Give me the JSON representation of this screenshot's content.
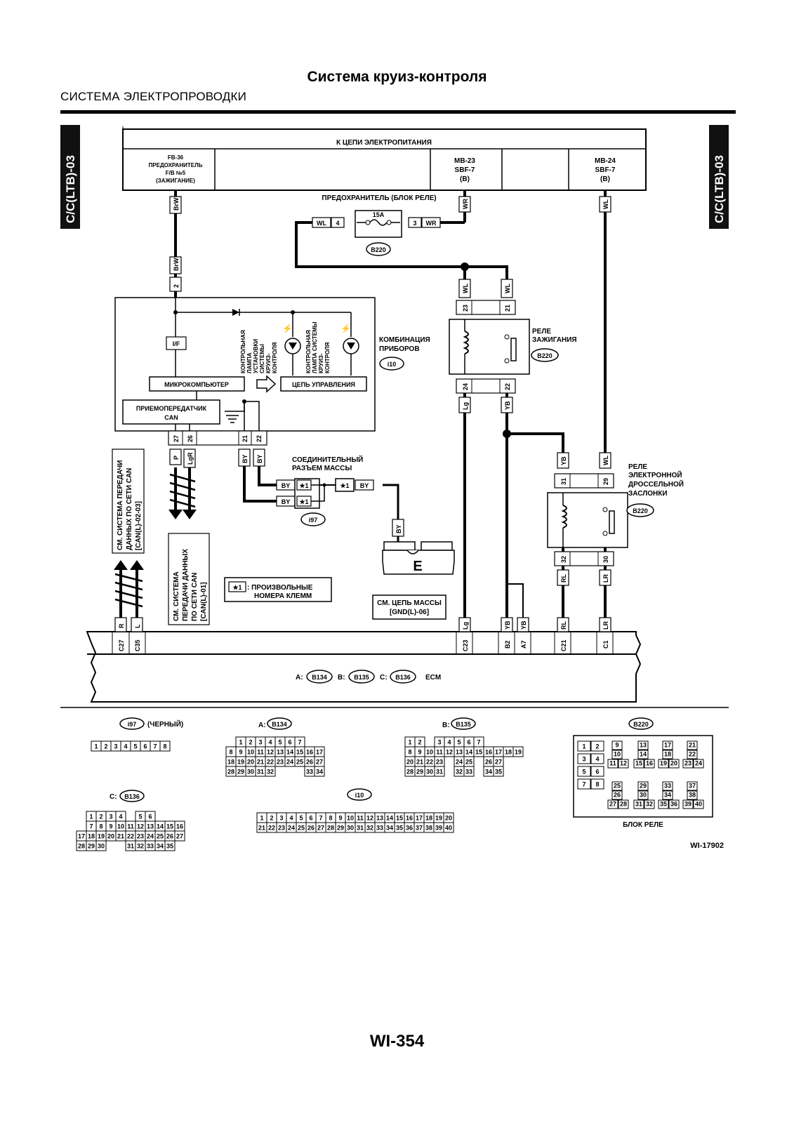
{
  "page": {
    "title": "Система круиз-контроля",
    "section": "СИСТЕМА ЭЛЕКТРОПРОВОДКИ",
    "page_number": "WI-354",
    "side_tab": "C/C(LTB)-03",
    "figure_id": "WI-17902"
  },
  "power": {
    "header": "К ЦЕПИ ЭЛЕКТРОПИТАНИЯ",
    "fuse1": [
      "FB-36",
      "ПРЕДОХРАНИТЕЛЬ",
      "F/B №5",
      "(ЗАЖИГАНИЕ)"
    ],
    "fuse2": [
      "MB-23",
      "SBF-7",
      "(B)"
    ],
    "fuse3": [
      "MB-24",
      "SBF-7",
      "(B)"
    ]
  },
  "relay_fuse": {
    "label": "ПРЕДОХРАНИТЕЛЬ (БЛОК РЕЛЕ)",
    "rating": "15A",
    "pin_left": "4",
    "pin_right": "3",
    "connector": "B220"
  },
  "cluster": {
    "label": [
      "КОМБИНАЦИЯ",
      "ПРИБОРОВ"
    ],
    "connector": "i10",
    "if_label": "I/F",
    "micro": "МИКРОКОМПЬЮТЕР",
    "control": "ЦЕПЬ УПРАВЛЕНИЯ",
    "can": [
      "ПРИЕМОПЕРЕДАТЧИК",
      "CAN"
    ],
    "lamp1": [
      "КОНТРОЛЬНАЯ",
      "ЛАМПА",
      "УСТАНОВКИ",
      "СИСТЕМЫ",
      "КРУИЗ-",
      "КОНТРОЛЯ"
    ],
    "lamp2": [
      "КОНТРОЛЬНАЯ",
      "ЛАМПА СИСТЕМЫ",
      "КРУИЗ-",
      "КОНТРОЛЯ"
    ]
  },
  "ignition_relay": {
    "label": [
      "РЕЛЕ",
      "ЗАЖИГАНИЯ"
    ],
    "connector": "B220"
  },
  "throttle_relay": {
    "label": [
      "РЕЛЕ",
      "ЭЛЕКТРОННОЙ",
      "ДРОССЕЛЬНОЙ",
      "ЗАСЛОНКИ"
    ],
    "connector": "B220"
  },
  "ground_connector": {
    "label": [
      "СОЕДИНИТЕЛЬНЫЙ",
      "РАЗЪЕМ МАССЫ"
    ],
    "connector": "i97",
    "star": "★1"
  },
  "ground": {
    "symbol": "E",
    "ref": [
      "СМ. ЦЕПЬ МАССЫ",
      "[GND(L)-06]"
    ]
  },
  "notes": {
    "arbitrary": ": ПРОИЗВОЛЬНЫЕ",
    "arbitrary2": "НОМЕРА КЛЕММ",
    "star": "★1",
    "can_ref1": [
      "СМ. СИСТЕМА ПЕРЕДАЧИ",
      "ДАННЫХ ПО СЕТИ CAN",
      "[CAN(L)-02-03]"
    ],
    "can_ref2": [
      "СМ. СИСТЕМА",
      "ПЕРЕДАЧИ ДАННЫХ",
      "ПО СЕТИ CAN",
      "[CAN(L)-01]"
    ]
  },
  "wires": {
    "brw": "BrW",
    "wl": "WL",
    "wr": "WR",
    "lg": "Lg",
    "yb": "YB",
    "by": "BY",
    "p": "P",
    "lgr": "LgR",
    "rl": "RL",
    "lr": "LR",
    "r": "R",
    "l": "L"
  },
  "pins": {
    "cluster_top": "2",
    "cluster_bottom": [
      "27",
      "26",
      "21",
      "22"
    ],
    "ign_top": [
      "23",
      "21"
    ],
    "ign_bottom": [
      "24",
      "22"
    ],
    "thr_top": [
      "31",
      "29"
    ],
    "thr_bottom": [
      "32",
      "30"
    ],
    "ecm": [
      "C27",
      "C35",
      "C23",
      "B2",
      "A7",
      "C21",
      "C1"
    ]
  },
  "ecm": {
    "label": "ECM",
    "a_prefix": "A:",
    "a": "B134",
    "b_prefix": "B:",
    "b": "B135",
    "c_prefix": "C:",
    "c": "B136"
  },
  "connector_views": {
    "i97": {
      "id": "i97",
      "note": "(ЧЕРНЫЙ)",
      "rows": [
        [
          "1",
          "2",
          "3",
          "4",
          "5",
          "6",
          "7",
          "8"
        ]
      ]
    },
    "b134": {
      "prefix": "A:",
      "id": "B134",
      "rows": [
        [
          "1",
          "2",
          "3",
          "4",
          "5",
          "6",
          "7"
        ],
        [
          "8",
          "9",
          "10",
          "11",
          "12",
          "13",
          "14",
          "15",
          "16",
          "17"
        ],
        [
          "18",
          "19",
          "20",
          "21",
          "22",
          "23",
          "24",
          "25",
          "26",
          "27"
        ],
        [
          "28",
          "29",
          "30",
          "31",
          "32",
          "",
          "",
          "",
          "33",
          "34"
        ]
      ]
    },
    "b135": {
      "prefix": "B:",
      "id": "B135",
      "rows": [
        [
          "1",
          "2",
          "",
          "3",
          "4",
          "5",
          "6",
          "7"
        ],
        [
          "8",
          "9",
          "10",
          "11",
          "12",
          "13",
          "14",
          "15",
          "16",
          "17",
          "18",
          "19"
        ],
        [
          "20",
          "21",
          "22",
          "23",
          "",
          "24",
          "25",
          "",
          "26",
          "27"
        ],
        [
          "28",
          "29",
          "30",
          "31",
          "",
          "32",
          "33",
          "",
          "34",
          "35"
        ]
      ]
    },
    "b136": {
      "prefix": "C:",
      "id": "B136",
      "rows": [
        [
          "1",
          "2",
          "3",
          "4",
          "",
          "5",
          "6"
        ],
        [
          "7",
          "8",
          "9",
          "10",
          "11",
          "12",
          "13",
          "14",
          "15",
          "16"
        ],
        [
          "17",
          "18",
          "19",
          "20",
          "21",
          "22",
          "23",
          "24",
          "25",
          "26",
          "27"
        ],
        [
          "28",
          "29",
          "30",
          "",
          "",
          "31",
          "32",
          "33",
          "34",
          "35"
        ]
      ]
    },
    "i10": {
      "id": "i10",
      "rows": [
        [
          "1",
          "2",
          "3",
          "4",
          "5",
          "6",
          "7",
          "8",
          "9",
          "10",
          "11",
          "12",
          "13",
          "14",
          "15",
          "16",
          "17",
          "18",
          "19",
          "20"
        ],
        [
          "21",
          "22",
          "23",
          "24",
          "25",
          "26",
          "27",
          "28",
          "29",
          "30",
          "31",
          "32",
          "33",
          "34",
          "35",
          "36",
          "37",
          "38",
          "39",
          "40"
        ]
      ]
    },
    "b220": {
      "id": "B220",
      "caption": "БЛОК РЕЛЕ",
      "pairs": [
        [
          "1",
          "2"
        ],
        [
          "3",
          "4"
        ],
        [
          "5",
          "6"
        ],
        [
          "7",
          "8"
        ]
      ],
      "groups": [
        [
          "9",
          "10",
          "11",
          "12"
        ],
        [
          "13",
          "14",
          "15",
          "16"
        ],
        [
          "17",
          "18",
          "19",
          "20"
        ],
        [
          "21",
          "22",
          "23",
          "24"
        ],
        [
          "25",
          "26",
          "27",
          "28"
        ],
        [
          "29",
          "30",
          "31",
          "32"
        ],
        [
          "33",
          "34",
          "35",
          "36"
        ],
        [
          "37",
          "38",
          "39",
          "40"
        ]
      ]
    }
  }
}
